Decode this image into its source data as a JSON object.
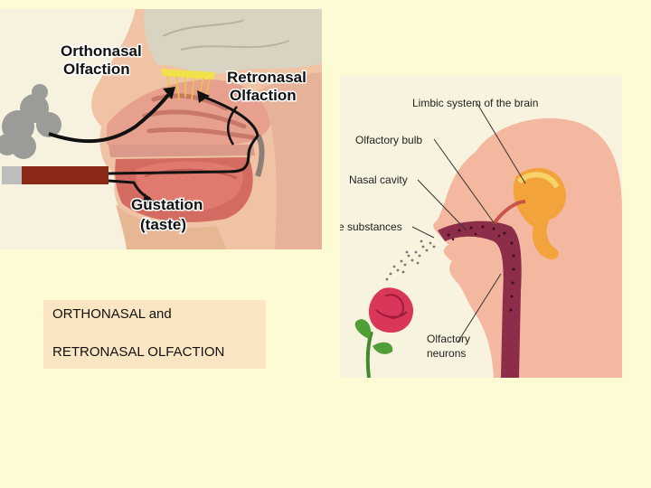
{
  "left_figure": {
    "label_orthonasal_line1": "Orthonasal",
    "label_orthonasal_line2": "Olfaction",
    "label_retronasal_line1": "Retronasal",
    "label_retronasal_line2": "Olfaction",
    "label_gustation_line1": "Gustation",
    "label_gustation_line2": "(taste)"
  },
  "right_figure": {
    "label_limbic": "Limbic system of the brain",
    "label_bulb": "Olfactory bulb",
    "label_nasal_cavity": "Nasal cavity",
    "label_substances": "e substances",
    "label_neurons_line1": "Olfactory",
    "label_neurons_line2": "neurons"
  },
  "caption": {
    "line1": "ORTHONASAL and",
    "line2": "RETRONASAL OLFACTION"
  }
}
